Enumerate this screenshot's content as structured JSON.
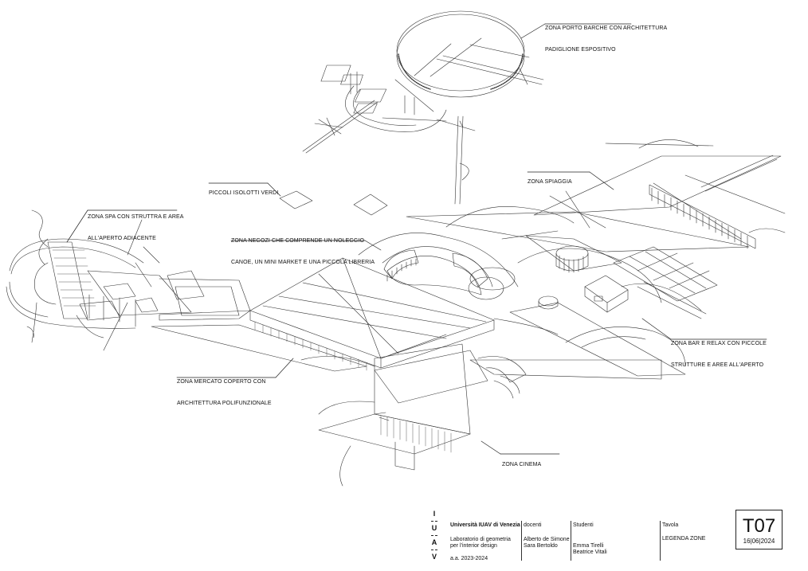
{
  "labels": {
    "porto": [
      "ZONA PORTO BARCHE CON ARCHITETTURA",
      "PADIGLIONE ESPOSITIVO"
    ],
    "isolotti": [
      "PICCOLI ISOLOTTI VERDI"
    ],
    "spiaggia": [
      "ZONA SPIAGGIA"
    ],
    "spa": [
      "ZONA SPA CON STRUTTRA E AREA",
      "ALL'APERTO ADIACENTE"
    ],
    "negozi": [
      "ZONA NEGOZI CHE COMPRENDE UN NOLEGGIO",
      "CANOE, UN MINI MARKET E UNA PICCOLA LIBRERIA"
    ],
    "bar": [
      "ZONA BAR E RELAX CON PICCOLE",
      "STRUTTURE E AREE ALL'APERTO"
    ],
    "mercato": [
      "ZONA MERCATO COPERTO CON",
      "ARCHITETTURA POLIFUNZIONALE"
    ],
    "cinema": [
      "ZONA CINEMA"
    ]
  },
  "title_block": {
    "logo_letters": [
      "I",
      "U",
      "A",
      "V"
    ],
    "university": "Università IUAV di Venezia",
    "course_line1": "Laboratorio di geometria",
    "course_line2": "per l'interior design",
    "year": "a.a. 2023-2024",
    "docenti_label": "docenti",
    "docente1": "Alberto de Simone",
    "docente2": "Sara Bertoldo",
    "studenti_label": "Studenti",
    "studente1": "Emma Tirelli",
    "studente2": "Beatrice Vitali",
    "tavola_label": "Tavola",
    "tavola_title": "LEGENDA ZONE",
    "code": "T07",
    "date": "16|06|2024"
  }
}
